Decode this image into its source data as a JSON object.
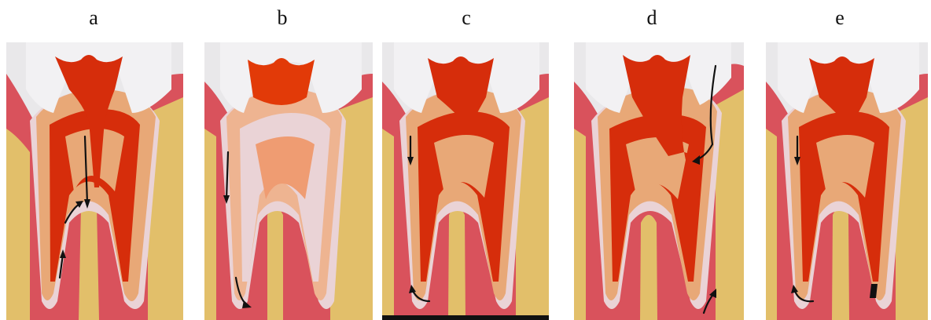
{
  "panels": [
    {
      "label": "a"
    },
    {
      "label": "b"
    },
    {
      "label": "c"
    },
    {
      "label": "d"
    },
    {
      "label": "e"
    }
  ],
  "colors": {
    "background": "#e9e8ea",
    "crown": "#f2f1f3",
    "pulp": "#d62d0b",
    "dentin": "#e8a877",
    "gum": "#d9525c",
    "ligament": "#ead3d6",
    "bone": "#e2bf6a",
    "bone_spots": "#a07a2a",
    "arrow": "#111111"
  }
}
